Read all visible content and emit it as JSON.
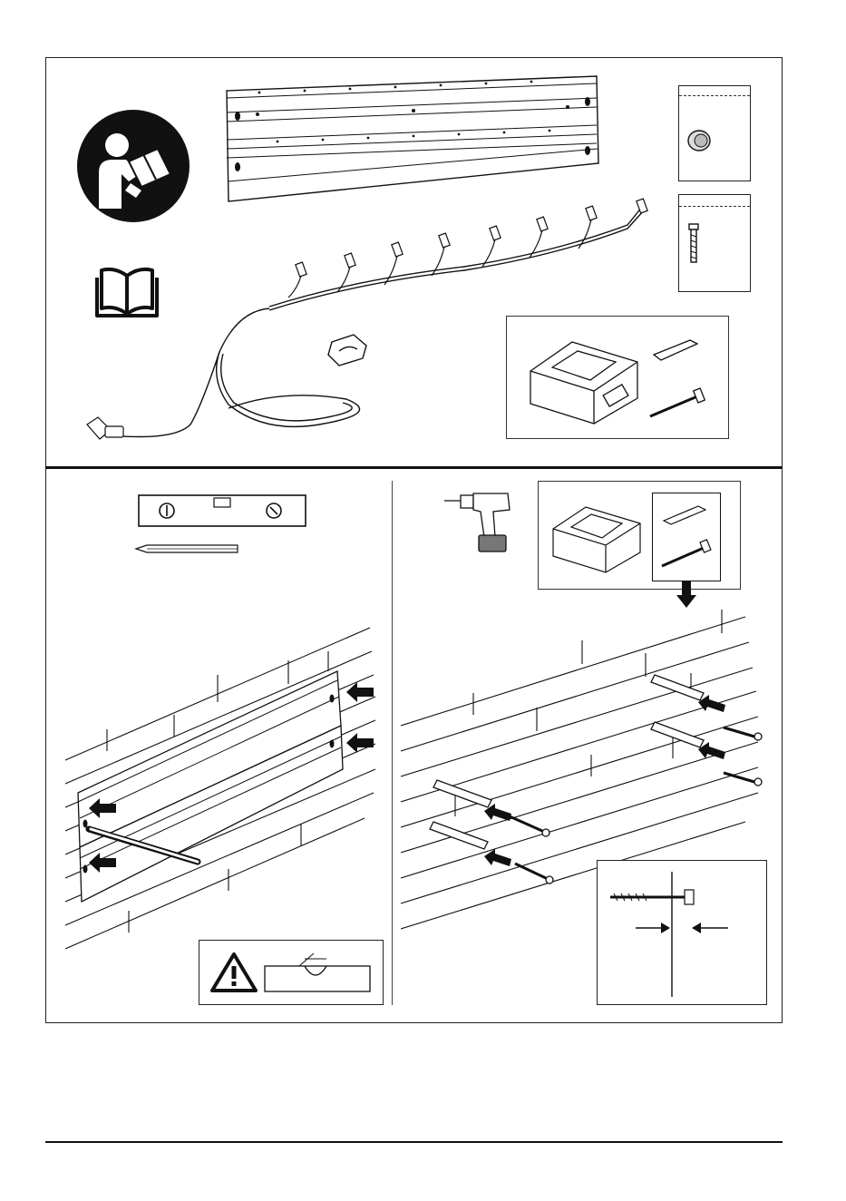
{
  "page": {
    "title": "",
    "footer_text": ""
  },
  "kit_panel": {
    "components": [
      {
        "id": "wall-rail",
        "label": ""
      },
      {
        "id": "charging-cable",
        "label": ""
      },
      {
        "id": "cable-clip",
        "label": ""
      },
      {
        "id": "charger-kit",
        "label": ""
      }
    ],
    "bags": [
      {
        "id": "cap-bag",
        "label": ""
      },
      {
        "id": "screw-bag",
        "label": ""
      }
    ]
  },
  "step_left": {
    "tools": [
      "spirit-level",
      "pencil"
    ],
    "marker_arrows": 4,
    "warning_label": ""
  },
  "step_right": {
    "tools": [
      "cordless-drill"
    ],
    "fixings": 4,
    "detail_label": ""
  },
  "colors": {
    "line": "#111111",
    "pictogram_fill": "#111111",
    "paper": "#ffffff",
    "warning_fill": "#ffffff"
  }
}
